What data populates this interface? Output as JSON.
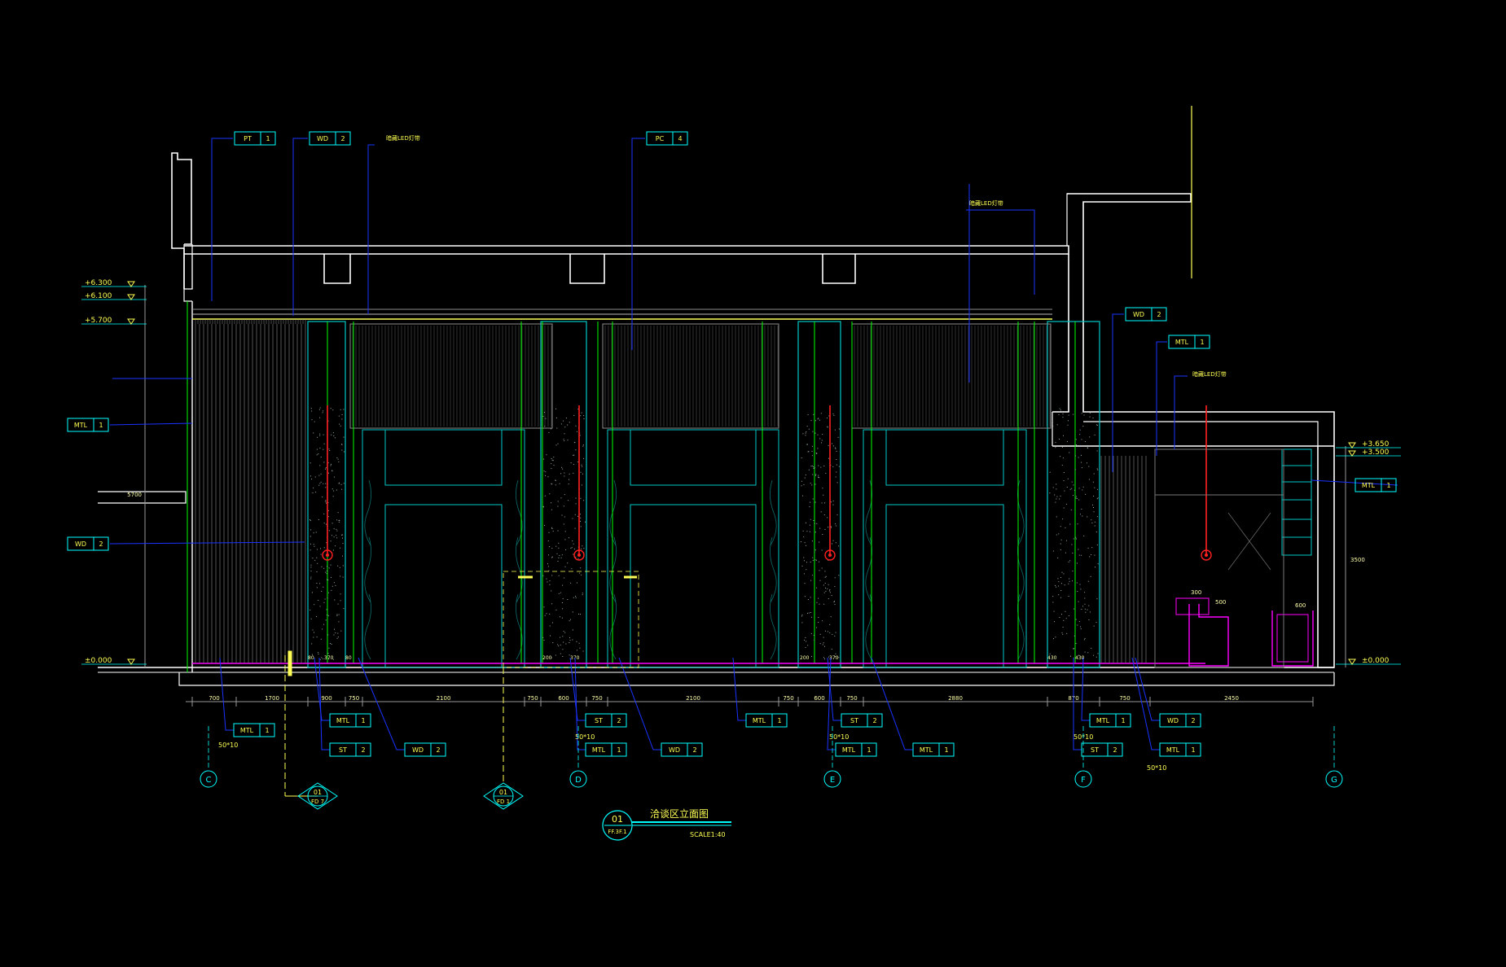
{
  "drawing": {
    "title": "洽谈区立面图",
    "number": "01",
    "sheet_ref": "FF.3F.1",
    "scale": "SCALE1:40"
  },
  "levels": [
    "+6.300",
    "+6.100",
    "+5.700",
    "±0.000",
    "+3.650",
    "+3.500",
    "±0.000"
  ],
  "grid_axes": [
    "C",
    "D",
    "E",
    "F",
    "G"
  ],
  "section_marks": [
    {
      "num": "01",
      "ref": "FD 7"
    },
    {
      "num": "01",
      "ref": "FD 1"
    }
  ],
  "material_tags": [
    {
      "code": "PT",
      "idx": "1"
    },
    {
      "code": "WD",
      "idx": "2"
    },
    {
      "code": "PC",
      "idx": "4"
    },
    {
      "code": "MTL",
      "idx": "1"
    },
    {
      "code": "WD",
      "idx": "2"
    },
    {
      "code": "WD",
      "idx": "2"
    },
    {
      "code": "MTL",
      "idx": "1"
    },
    {
      "code": "MTL",
      "idx": "1"
    },
    {
      "code": "MTL",
      "idx": "1"
    },
    {
      "code": "ST",
      "idx": "2"
    },
    {
      "code": "WD",
      "idx": "2"
    },
    {
      "code": "MTL",
      "idx": "1"
    },
    {
      "code": "ST",
      "idx": "2"
    },
    {
      "code": "MTL",
      "idx": "1"
    },
    {
      "code": "WD",
      "idx": "2"
    },
    {
      "code": "MTL",
      "idx": "1"
    },
    {
      "code": "ST",
      "idx": "2"
    },
    {
      "code": "MTL",
      "idx": "1"
    },
    {
      "code": "MTL",
      "idx": "1"
    },
    {
      "code": "ST",
      "idx": "2"
    },
    {
      "code": "WD",
      "idx": "2"
    },
    {
      "code": "MTL",
      "idx": "1"
    },
    {
      "code": "MTL",
      "idx": "1"
    }
  ],
  "notes": [
    "暗藏LED灯带",
    "暗藏LED灯带",
    "暗藏LED灯带",
    "50*10",
    "50*10",
    "50*10",
    "50*10",
    "50*10"
  ],
  "dimensions": [
    "700",
    "1700",
    "900",
    "750",
    "2100",
    "750",
    "600",
    "750",
    "2100",
    "750",
    "600",
    "750",
    "2880",
    "870",
    "750",
    "2450",
    "3500",
    "300",
    "500",
    "600"
  ],
  "colors": {
    "background": "#000000",
    "structure": "#ffffff",
    "leader": "#1a33ff",
    "tag": "#00ffff",
    "text": "#ffff55",
    "green": "#00ff00",
    "red": "#ff2020",
    "magenta": "#ff00ff",
    "panel": "#00c8c8",
    "grey": "#8c8c8c"
  }
}
